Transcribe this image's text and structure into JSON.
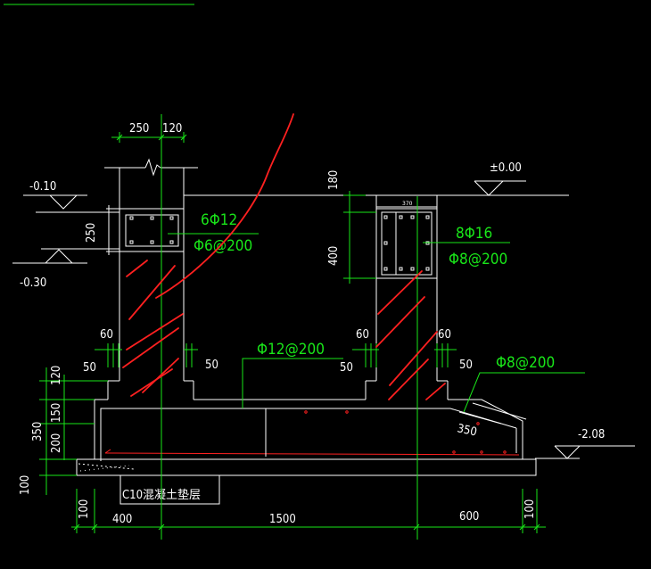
{
  "colors": {
    "background": "#000000",
    "lines": "#ffffff",
    "rebar_text": "#19e619",
    "markup": "#ff2020"
  },
  "dimensions": {
    "col_left_width": "250",
    "col_left_offset": "120",
    "beam_left_height": "250",
    "beam_right_gap": "180",
    "beam_right_height": "400",
    "beam_right_width": "370",
    "step_left_outer": "60",
    "step_left_inner_a": "50",
    "step_left_inner_b": "50",
    "step_right_outer": "60",
    "step_right_inner_a": "50",
    "step_right_inner_b": "50",
    "footing_total": "350",
    "footing_seg_top": "120",
    "footing_seg_mid": "150",
    "footing_seg_bot": "200",
    "cushion_thick": "100",
    "slope_len": "350",
    "bottom_100_left": "100",
    "bottom_400": "400",
    "bottom_1500": "1500",
    "bottom_600": "600",
    "bottom_100_right": "100"
  },
  "elevations": {
    "left_top": "-0.10",
    "left_bottom": "-0.30",
    "right_top": "±0.00",
    "footing_bottom": "-2.08"
  },
  "rebar": {
    "left_beam_main": "6Φ12",
    "left_beam_stirrup": "Φ6@200",
    "right_beam_main": "8Φ16",
    "right_beam_stirrup": "Φ8@200",
    "slab": "Φ12@200",
    "slope": "Φ8@200"
  },
  "labels": {
    "cushion": "C10混凝土垫层"
  }
}
